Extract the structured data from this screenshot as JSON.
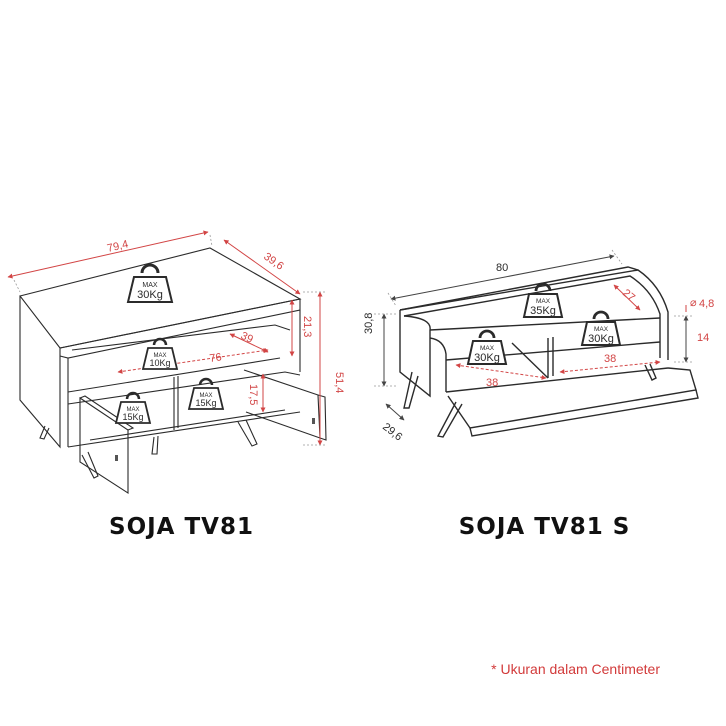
{
  "products": [
    {
      "title": "SOJA TV81",
      "dimensions": {
        "width": "79,4",
        "depth": "39,6",
        "height": "51,4",
        "top_gap": "21,3",
        "shelf_depth": "39",
        "shelf_width": "76",
        "door_height": "17,5"
      },
      "weight_limits": [
        {
          "max": "MAX",
          "load": "30Kg"
        },
        {
          "max": "MAX",
          "load": "10Kg"
        },
        {
          "max": "MAX",
          "load": "15Kg"
        },
        {
          "max": "MAX",
          "load": "15Kg"
        }
      ]
    },
    {
      "title": "SOJA TV81 S",
      "dimensions": {
        "width": "80",
        "depth": "29,6",
        "height": "30,8",
        "side_depth": "27",
        "top_thickness": "4,8",
        "inner_height": "14",
        "left_compartment": "38",
        "right_compartment": "38"
      },
      "weight_limits": [
        {
          "max": "MAX",
          "load": "35Kg"
        },
        {
          "max": "MAX",
          "load": "30Kg"
        },
        {
          "max": "MAX",
          "load": "30Kg"
        }
      ]
    }
  ],
  "note": {
    "asterisk": "*",
    "text": "Ukuran dalam Centimeter"
  },
  "colors": {
    "line": "#2b2b2b",
    "dimension": "#d24545",
    "guide": "#7a7a7a"
  }
}
